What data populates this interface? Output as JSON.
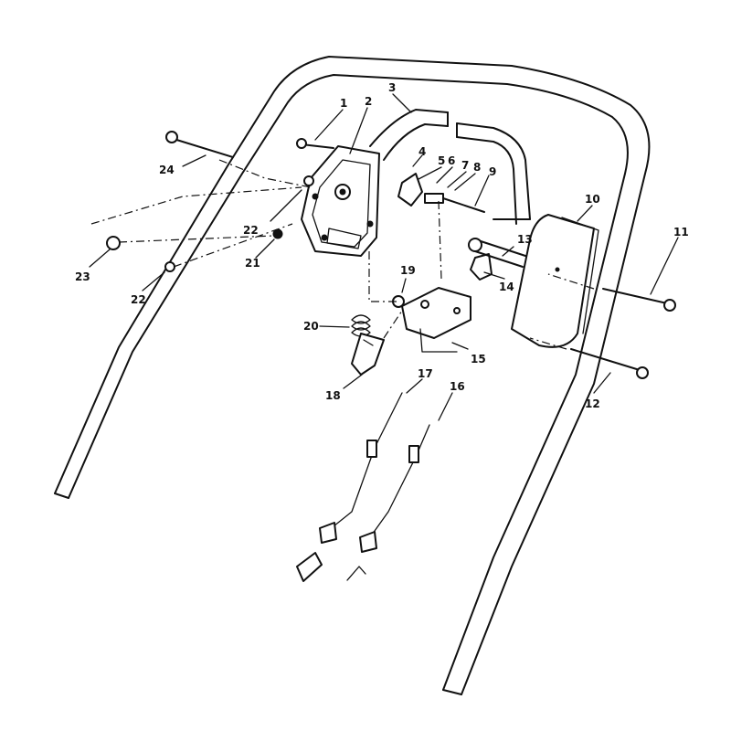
{
  "callouts": [
    {
      "id": "c1",
      "label": "1"
    },
    {
      "id": "c2",
      "label": "2"
    },
    {
      "id": "c3",
      "label": "3"
    },
    {
      "id": "c4",
      "label": "4"
    },
    {
      "id": "c5",
      "label": "5"
    },
    {
      "id": "c6",
      "label": "6"
    },
    {
      "id": "c7",
      "label": "7"
    },
    {
      "id": "c8",
      "label": "8"
    },
    {
      "id": "c9",
      "label": "9"
    },
    {
      "id": "c10",
      "label": "10"
    },
    {
      "id": "c11",
      "label": "11"
    },
    {
      "id": "c12",
      "label": "12"
    },
    {
      "id": "c13",
      "label": "13"
    },
    {
      "id": "c14",
      "label": "14"
    },
    {
      "id": "c15",
      "label": "15"
    },
    {
      "id": "c16",
      "label": "16"
    },
    {
      "id": "c17",
      "label": "17"
    },
    {
      "id": "c18",
      "label": "18"
    },
    {
      "id": "c19",
      "label": "19"
    },
    {
      "id": "c20",
      "label": "20"
    },
    {
      "id": "c21",
      "label": "21"
    },
    {
      "id": "c22a",
      "label": "22"
    },
    {
      "id": "c22b",
      "label": "22"
    },
    {
      "id": "c23",
      "label": "23"
    },
    {
      "id": "c24",
      "label": "24"
    }
  ]
}
